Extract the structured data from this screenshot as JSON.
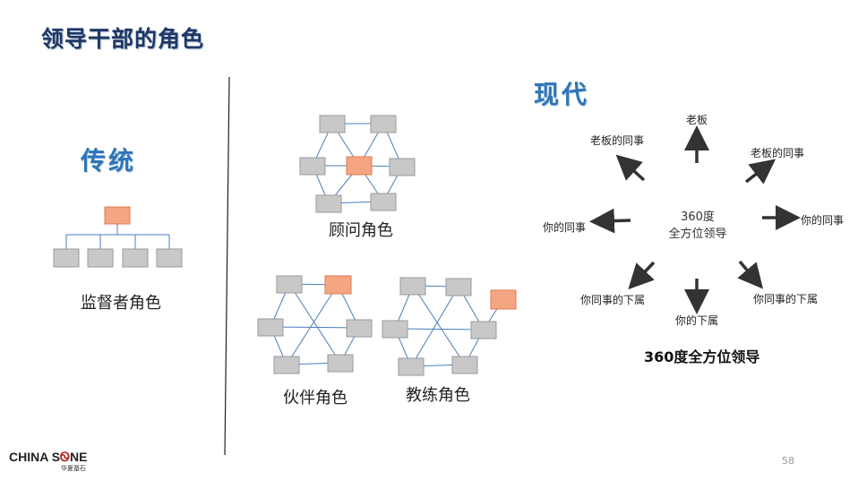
{
  "title": "领导干部的角色",
  "sections": {
    "traditional": {
      "heading": "传统",
      "caption": "监督者角色"
    },
    "modern": {
      "heading": "现代"
    }
  },
  "diagrams": {
    "consultant": "顾问角色",
    "partner": "伙伴角色",
    "coach": "教练角色"
  },
  "leadership360": {
    "center_line1": "360度",
    "center_line2": "全方位领导",
    "labels": {
      "boss": "老板",
      "boss_peer_left": "老板的同事",
      "boss_peer_right": "老板的同事",
      "peer_left": "你的同事",
      "peer_right": "你的同事",
      "peer_sub_left": "你同事的下属",
      "peer_sub_right": "你同事的下属",
      "subordinate": "你的下属"
    },
    "caption": "360度全方位领导"
  },
  "logo": {
    "text_left": "CHINA S",
    "text_right": "NE",
    "sub": "华夏基石"
  },
  "page_number": "58",
  "colors": {
    "accent_box": "#f4a582",
    "gray_box": "#c8c8c8",
    "line": "#4a7ebb",
    "title": "#1f3864",
    "heading": "#2e75b6"
  }
}
